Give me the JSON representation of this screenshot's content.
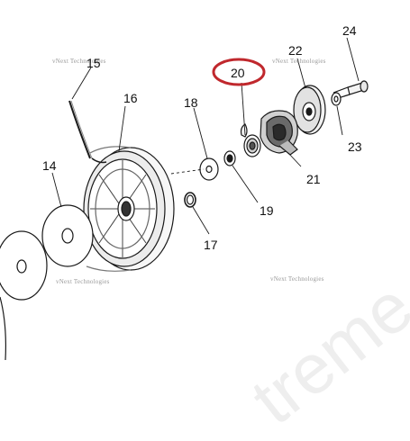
{
  "callouts": {
    "c14": "14",
    "c15": "15",
    "c16": "16",
    "c17": "17",
    "c18": "18",
    "c19": "19",
    "c20": "20",
    "c21": "21",
    "c22": "22",
    "c23": "23",
    "c24": "24"
  },
  "highlight": {
    "part": "20",
    "color": "#c0282d"
  },
  "watermarks": {
    "small": "vNext Technologies",
    "large": "treme"
  }
}
